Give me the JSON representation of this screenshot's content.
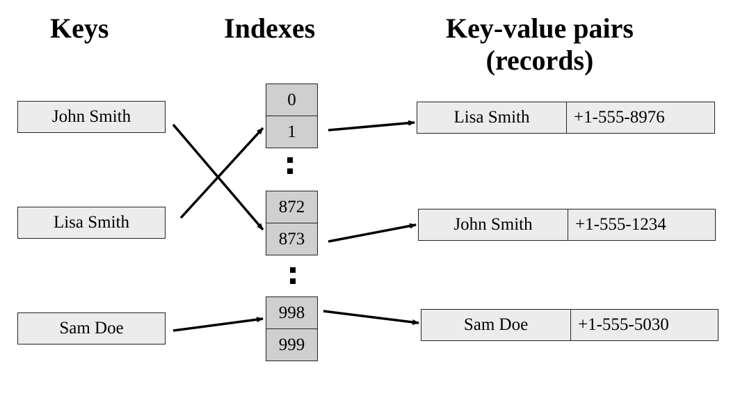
{
  "headings": {
    "keys": "Keys",
    "indexes": "Indexes",
    "pairs_line1": "Key-value pairs",
    "pairs_line2": "(records)"
  },
  "keys": [
    "John Smith",
    "Lisa Smith",
    "Sam Doe"
  ],
  "indexes": {
    "group1": [
      "0",
      "1"
    ],
    "group2": [
      "872",
      "873"
    ],
    "group3": [
      "998",
      "999"
    ]
  },
  "records": [
    {
      "name": "Lisa Smith",
      "phone": "+1-555-8976"
    },
    {
      "name": "John Smith",
      "phone": "+1-555-1234"
    },
    {
      "name": "Sam Doe",
      "phone": "+1-555-5030"
    }
  ],
  "colors": {
    "key_fill": "#ececec",
    "index_fill": "#cfcfcf",
    "stroke": "#000000"
  }
}
